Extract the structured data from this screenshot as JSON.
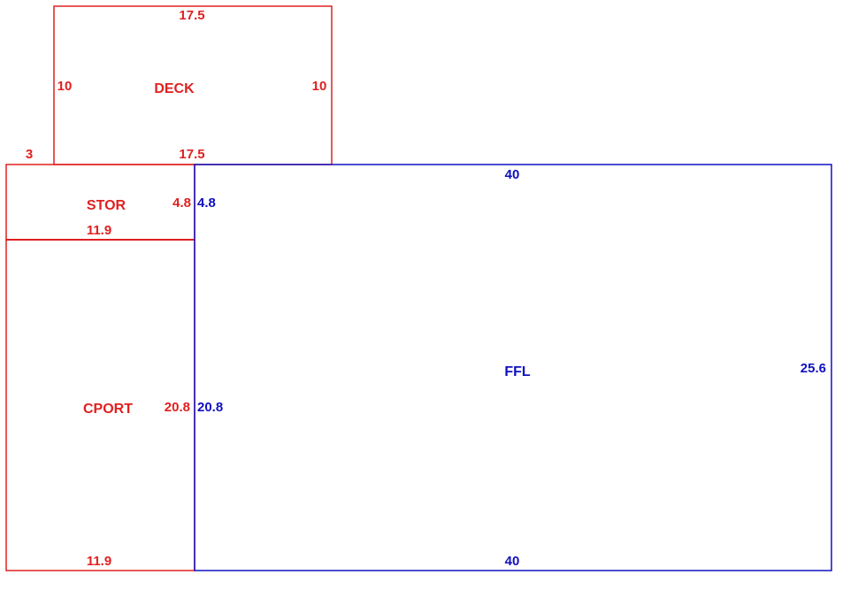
{
  "colors": {
    "red_area": "#e02020",
    "blue_area": "#1010c0",
    "background": "#ffffff"
  },
  "areas": {
    "deck": {
      "name": "DECK",
      "top": "17.5",
      "bottom": "17.5",
      "left": "10",
      "right": "10",
      "offset": "3"
    },
    "stor": {
      "name": "STOR",
      "bottom": "11.9",
      "side": "4.8"
    },
    "cport": {
      "name": "CPORT",
      "bottom": "11.9",
      "side": "20.8"
    },
    "ffl": {
      "name": "FFL",
      "top": "40",
      "bottom": "40",
      "right": "25.6",
      "left_upper": "4.8",
      "left_lower": "20.8"
    }
  }
}
